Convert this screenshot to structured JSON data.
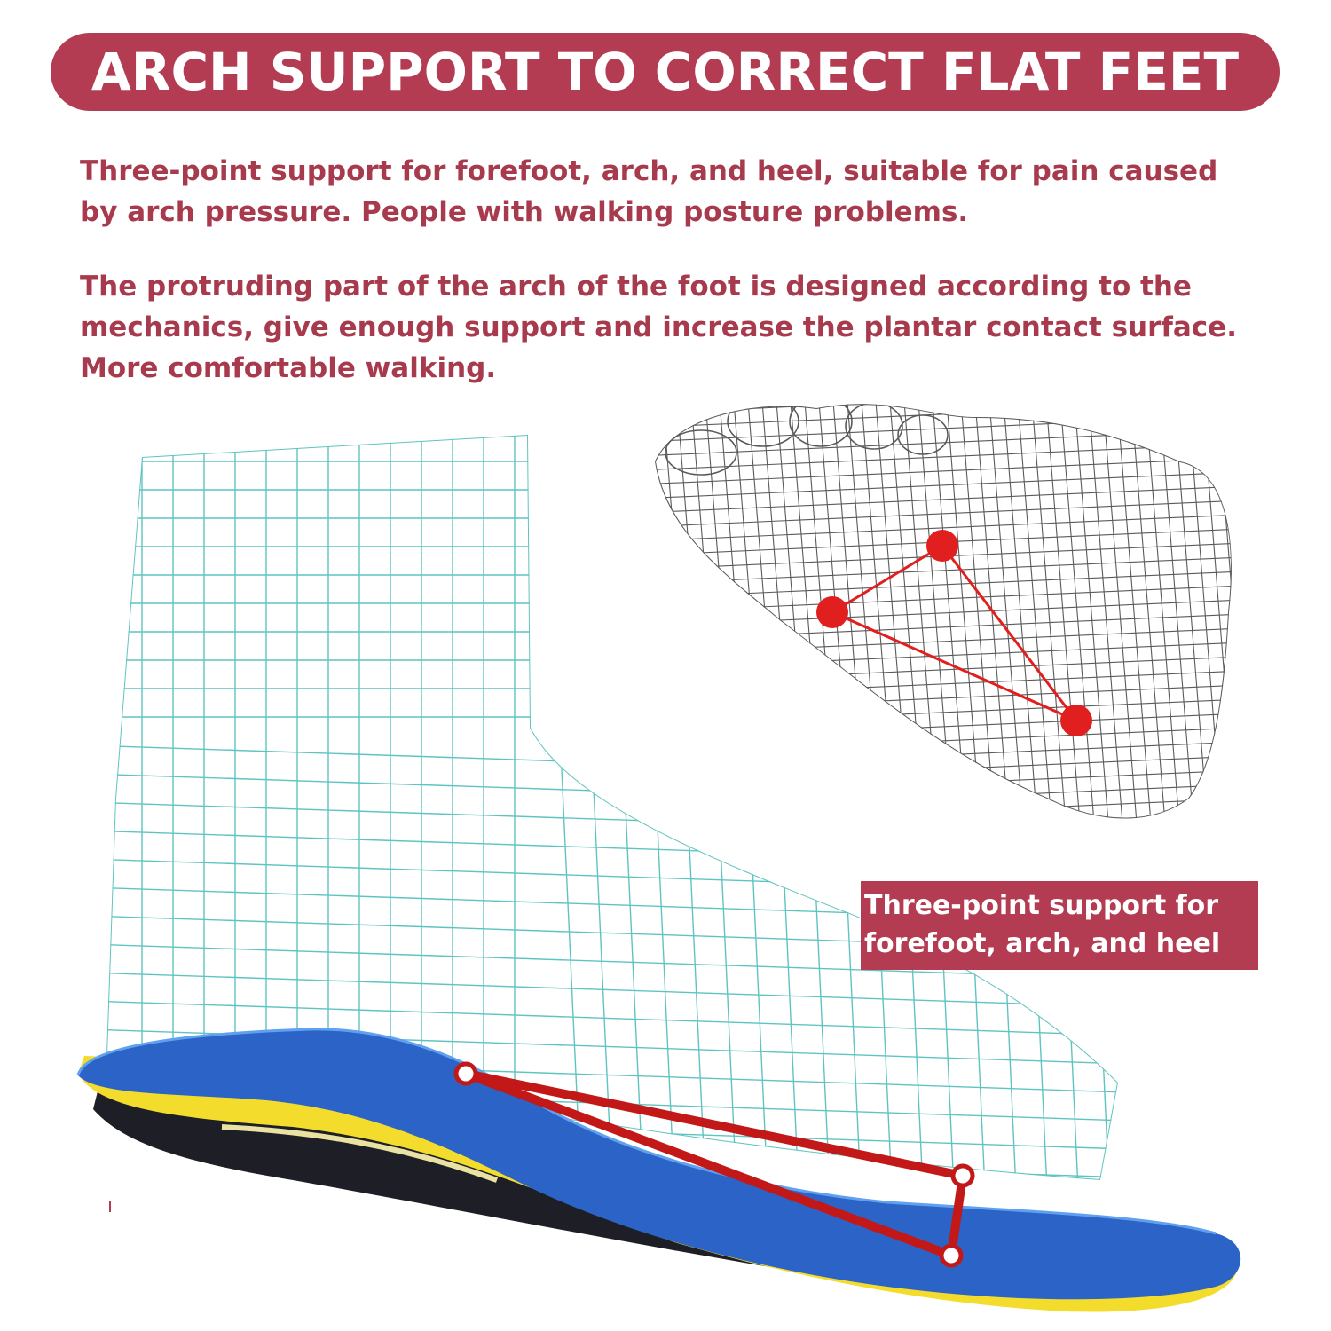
{
  "banner": {
    "title": "ARCH SUPPORT TO CORRECT FLAT FEET"
  },
  "paragraphs": [
    "Three-point support for forefoot, arch, and heel, suitable for pain caused by arch pressure. People with walking posture problems.",
    "The protruding part of the arch of the foot is designed according to the mechanics, give enough support and increase the plantar contact surface. More comfortable walking."
  ],
  "callout": {
    "text": "Three-point support for forefoot, arch, and heel"
  },
  "colors": {
    "accent": "#b33c52",
    "text_accent": "#a83a4e",
    "wireframe_teal": "#5fc4c0",
    "wireframe_gray": "#555555",
    "insole_blue": "#2b63c6",
    "insole_yellow": "#f5e03a",
    "insole_black": "#1e1e26",
    "point_red": "#e21f1f"
  },
  "icons": [
    "foot-wireframe-icon",
    "insole-icon",
    "support-point-icon"
  ]
}
